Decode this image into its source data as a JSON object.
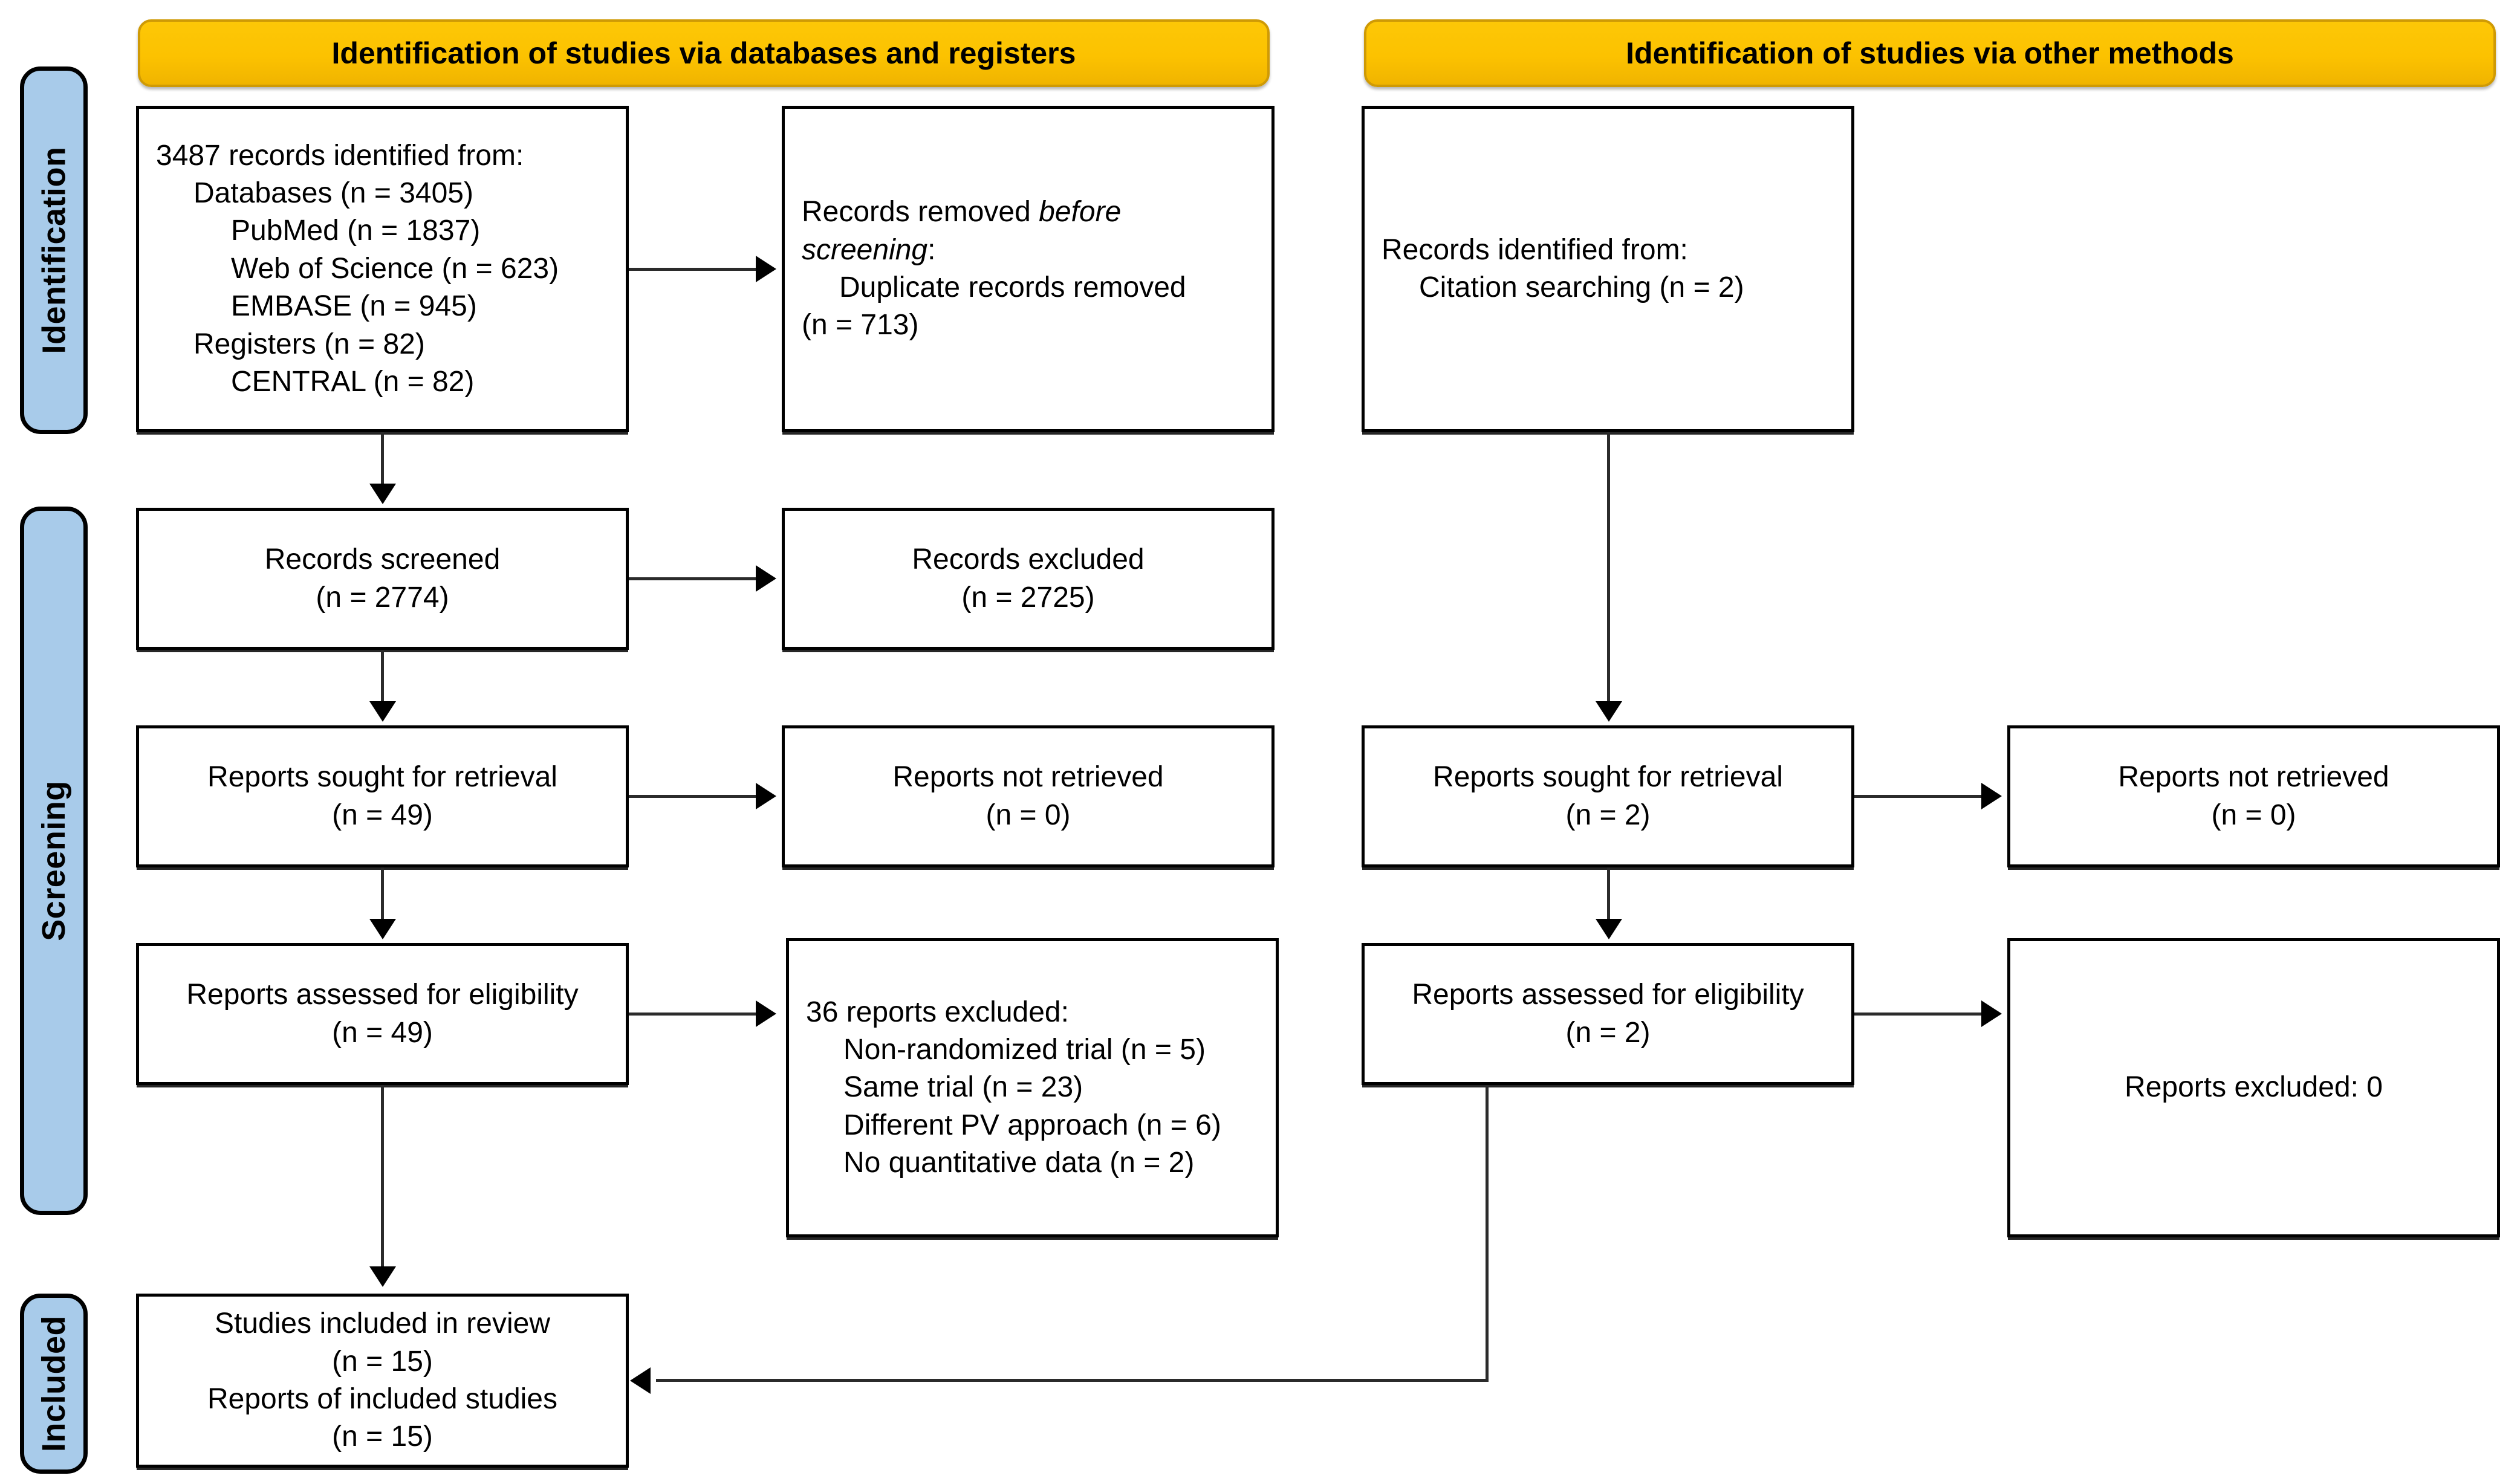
{
  "diagram": {
    "type": "PRISMA flow diagram",
    "accent_yellow": "#FCC200",
    "accent_blue": "#A8CBEA",
    "line_color": "#000000"
  },
  "stages": [
    {
      "id": "identification",
      "label": "Identification"
    },
    {
      "id": "screening",
      "label": "Screening"
    },
    {
      "id": "included",
      "label": "Included"
    }
  ],
  "columns": [
    {
      "id": "databases",
      "header": "Identification of studies via databases and registers"
    },
    {
      "id": "other",
      "header": "Identification of studies via other methods"
    }
  ],
  "boxes": {
    "records_identified": {
      "title": "3487 records identified from:",
      "lines": [
        "Databases (n = 3405)",
        "PubMed (n = 1837)",
        "Web of Science (n = 623)",
        "EMBASE (n = 945)",
        "Registers (n = 82)",
        "CENTRAL (n = 82)"
      ]
    },
    "records_removed": {
      "line1a": "Records removed ",
      "line1b": "before",
      "line2a": "screening",
      "line2b": ":",
      "line3": "Duplicate records removed",
      "line4": "(n = 713)"
    },
    "records_screened": {
      "line1": "Records screened",
      "line2": "(n = 2774)"
    },
    "records_excluded": {
      "line1": "Records excluded",
      "line2": "(n = 2725)"
    },
    "reports_sought_db": {
      "line1": "Reports sought for retrieval",
      "line2": "(n = 49)"
    },
    "reports_not_retrieved_db": {
      "line1": "Reports not retrieved",
      "line2": "(n = 0)"
    },
    "reports_assessed_db": {
      "line1": "Reports assessed for eligibility",
      "line2": "(n = 49)"
    },
    "reports_excluded_db": {
      "title": "36 reports excluded:",
      "lines": [
        "Non-randomized trial (n = 5)",
        "Same trial (n = 23)",
        "Different PV approach (n = 6)",
        "No quantitative data (n = 2)"
      ]
    },
    "records_identified_other": {
      "title": "Records identified from:",
      "lines": [
        "Citation searching (n = 2)"
      ]
    },
    "reports_sought_other": {
      "line1": "Reports sought for retrieval",
      "line2": "(n = 2)"
    },
    "reports_not_retrieved_other": {
      "line1": "Reports not retrieved",
      "line2": "(n = 0)"
    },
    "reports_assessed_other": {
      "line1": "Reports assessed for eligibility",
      "line2": "(n = 2)"
    },
    "reports_excluded_other": {
      "line1": "Reports excluded: 0"
    },
    "studies_included": {
      "line1": "Studies included in review",
      "line2": "(n = 15)",
      "line3": "Reports of included studies",
      "line4": "(n = 15)"
    }
  }
}
